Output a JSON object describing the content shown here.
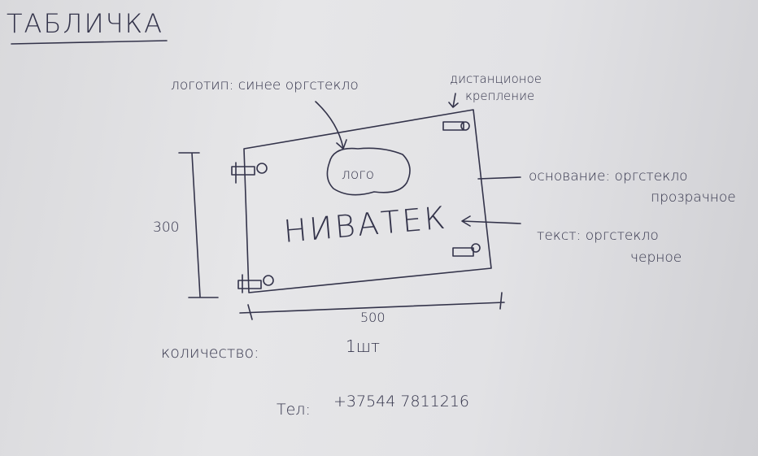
{
  "title": "ТАБЛИЧКА",
  "labels": {
    "logo_material": "логотип: синее оргстекло",
    "mount_line1": "дистанционое",
    "mount_line2": "крепление",
    "base_line1": "основание: оргстекло",
    "base_line2": "прозрачное",
    "text_line1": "текст: оргстекло",
    "text_line2": "черное"
  },
  "sign": {
    "logo": "лого",
    "name": "НИВАТЕК"
  },
  "dimensions": {
    "height": "300",
    "width": "500"
  },
  "quantity": {
    "label": "количество:",
    "value": "1шт"
  },
  "phone": {
    "label": "Тел:",
    "value": "+37544 7811216"
  }
}
